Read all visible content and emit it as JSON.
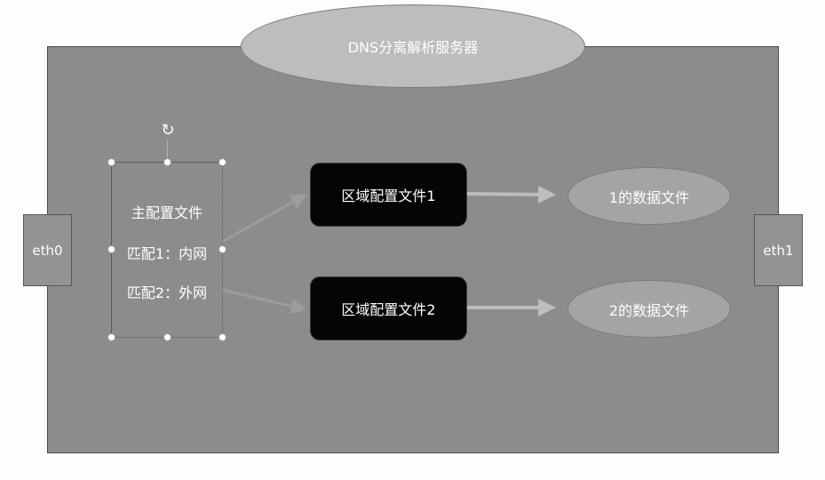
{
  "diagram": {
    "title": "DNS分离解析服务器",
    "ports": {
      "left": "eth0",
      "right": "eth1"
    },
    "main_config": {
      "title": "主配置文件",
      "match_1": "匹配1：内网",
      "match_2": "匹配2：外网",
      "selected": true
    },
    "zone_files": [
      {
        "label": "区域配置文件1"
      },
      {
        "label": "区域配置文件2"
      }
    ],
    "data_files": [
      {
        "label": "1的数据文件"
      },
      {
        "label": "2的数据文件"
      }
    ],
    "connections": [
      {
        "from": "匹配1：内网",
        "to": "区域配置文件1"
      },
      {
        "from": "匹配2：外网",
        "to": "区域配置文件2"
      },
      {
        "from": "区域配置文件1",
        "to": "1的数据文件"
      },
      {
        "from": "区域配置文件2",
        "to": "2的数据文件"
      }
    ],
    "icons": {
      "rotate": "rotate-handle-icon"
    },
    "colors": {
      "panel": "#8c8c8c",
      "title_ellipse": "#bdbdbd",
      "zone_box": "#050505",
      "data_ellipse": "#a4a4a4",
      "arrow": "#b9b9b9",
      "text": "#ffffff"
    }
  }
}
